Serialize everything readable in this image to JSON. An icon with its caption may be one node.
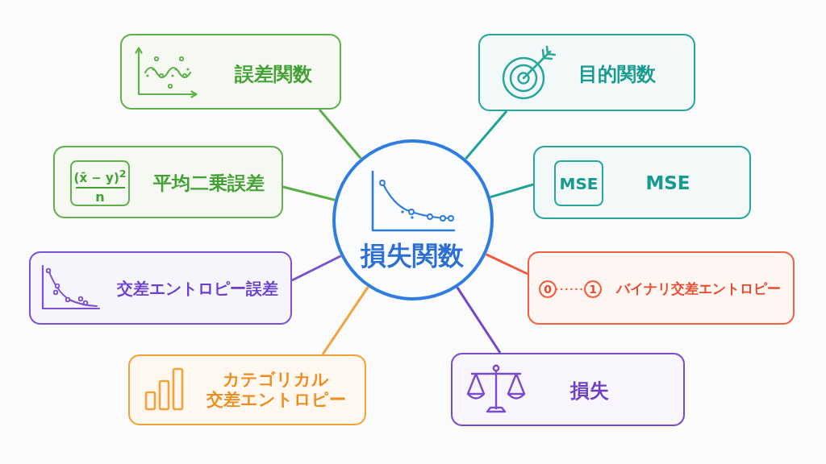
{
  "diagram": {
    "nodes": [
      {
        "text": [
          "損失関数"
        ]
      },
      {
        "text": [
          "誤差関数"
        ]
      },
      {
        "text": [
          "平均二乗誤差"
        ]
      },
      {
        "text": [
          "(x̄ − y)$^{2}$",
          "n"
        ],
        "in": 2
      },
      {
        "text": [
          "交差エントロピー誤差"
        ]
      },
      {
        "text": [
          "カテゴリカル交差エントロピー"
        ]
      },
      {
        "text": [
          "目的関数"
        ]
      },
      {
        "text": [
          "MSE"
        ]
      },
      {
        "text": [
          "MSE"
        ],
        "in": 7
      },
      {
        "text": [
          "バイナリ交差エントロピー"
        ]
      },
      {
        "text": [
          "0"
        ],
        "in": 9
      },
      {
        "text": [
          "1"
        ],
        "in": 9
      },
      {
        "text": [
          "損失"
        ]
      }
    ],
    "edges": [
      {
        "from": 0,
        "to": 1,
        "arrow": "none",
        "color": "#5cae48"
      },
      {
        "from": 0,
        "to": 2,
        "arrow": "none",
        "color": "#5cae48"
      },
      {
        "from": 0,
        "to": 4,
        "arrow": "none",
        "color": "#7b50d0"
      },
      {
        "from": 0,
        "to": 5,
        "arrow": "none",
        "color": "#f6a23a"
      },
      {
        "from": 0,
        "to": 6,
        "arrow": "none",
        "color": "#1fa398"
      },
      {
        "from": 0,
        "to": 7,
        "arrow": "none",
        "color": "#1fa398"
      },
      {
        "from": 0,
        "to": 9,
        "arrow": "none",
        "color": "#f25a3c"
      },
      {
        "from": 0,
        "to": 12,
        "arrow": "none",
        "color": "#7446c8"
      },
      {
        "from": 10,
        "to": 11,
        "arrow": "none",
        "style": "dashed",
        "color": "#f25a3c"
      }
    ]
  }
}
